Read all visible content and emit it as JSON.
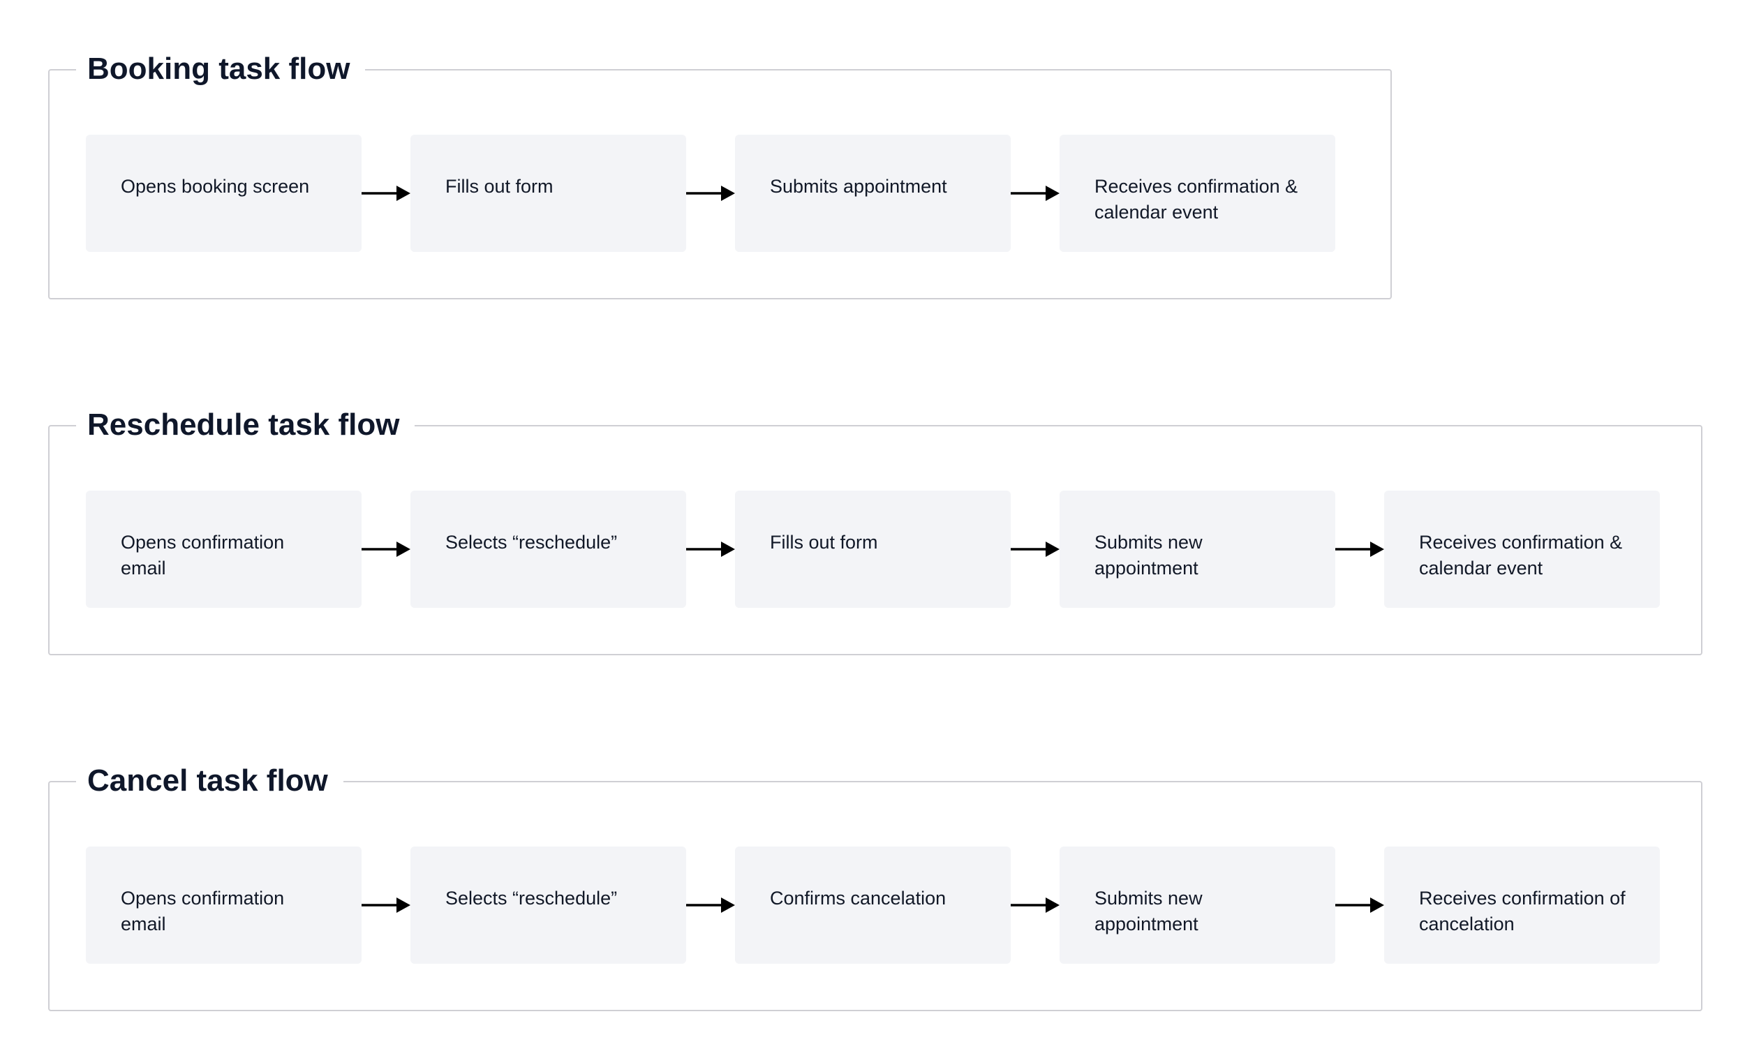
{
  "flows": [
    {
      "title": "Booking task flow",
      "steps": [
        "Opens booking screen",
        "Fills out form",
        "Submits appointment",
        "Receives confirmation & calendar event"
      ]
    },
    {
      "title": "Reschedule task flow",
      "steps": [
        "Opens confirmation email",
        "Selects “reschedule”",
        "Fills out form",
        "Submits new appointment",
        "Receives confirmation & calendar event"
      ]
    },
    {
      "title": "Cancel task flow",
      "steps": [
        "Opens confirmation email",
        "Selects “reschedule”",
        "Confirms cancelation",
        "Submits new appointment",
        "Receives confirmation of cancelation"
      ]
    }
  ],
  "colors": {
    "step_fill": "#f3f4f7",
    "frame_border": "#cfcfd4",
    "arrow": "#000000",
    "title_text": "#0f172a"
  }
}
